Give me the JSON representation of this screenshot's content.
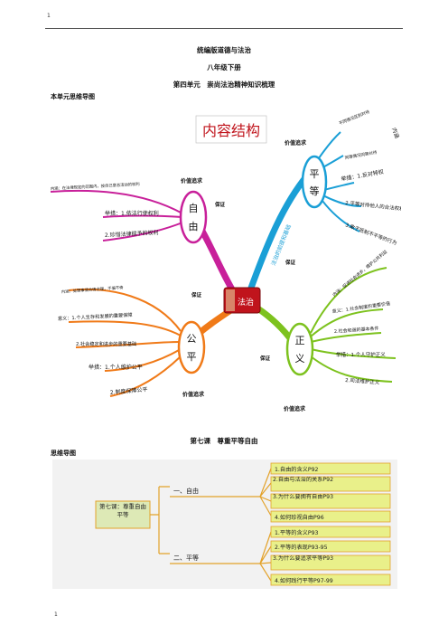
{
  "header": {
    "page_number": "1"
  },
  "footer": {
    "page_number": "1"
  },
  "doc": {
    "title": "统编版道德与法治",
    "grade": "八年级下册",
    "unit": "第四单元　崇尚法治精神知识梳理",
    "section_label": "本单元思维导图",
    "lesson_title": "第七课　尊重平等自由",
    "lesson_label": "思维导图"
  },
  "mindmap": {
    "heading": "内容结构",
    "center": "法治",
    "center_branch_text": "法治的前提和基础",
    "equality": {
      "title_1": "平",
      "title_2": "等",
      "value_label": "价值追求",
      "items": [
        "举措：1.反对特权",
        "2.平等对待他人的合法权利",
        "3.敢于抵制不平等的行为"
      ],
      "top_items": [
        "不同情况区别对待",
        "同等情况同等对待"
      ],
      "brace_note": "内涵"
    },
    "freedom": {
      "title_1": "自",
      "title_2": "由",
      "value_label": "价值追求",
      "items": [
        "内涵：在法律规定的范围内，按自己意志活动的权利",
        "举措：1.依法行使权利",
        "2.珍惜法律赋予的权利"
      ]
    },
    "fairness": {
      "title_1": "公",
      "title_2": "平",
      "value_label": "价值追求",
      "items": [
        "内涵：处理事情合情合理，不偏不倚",
        "意义：1.个人生存和发展的重要保障",
        "2.社会稳定和进步的重要基础",
        "举措：1.个人维护公平",
        "2.制度保障公平"
      ]
    },
    "justice": {
      "title_1": "正",
      "title_2": "义",
      "value_label": "价值追求",
      "items": [
        "内涵：促进社会进步，维护公共利益",
        "意义：1.社会制度的重要价值",
        "2.社会和谐的基本条件",
        "举措：1.个人守护正义",
        "2.司法维护正义"
      ]
    },
    "guarantee_labels": [
      "保证",
      "保证",
      "保证",
      "保证"
    ]
  },
  "lesson_map": {
    "root": "第七课：尊重自由平等",
    "branches": [
      {
        "label": "一、自由",
        "items": [
          "1.自由的含义P92",
          "2.自由与法治的关系P92",
          "3.为什么要拥有自由P93",
          "4.如何珍视自由P96"
        ]
      },
      {
        "label": "二、平等",
        "items": [
          "1.平等的含义P93",
          "2.平等的表现P93-95",
          "3.为什么要追求平等P93",
          "4.如何践行平等P97-99"
        ]
      }
    ]
  },
  "colors": {
    "equality": "#1a9fd6",
    "freedom": "#c8209a",
    "fairness": "#f07a18",
    "justice": "#7dc21e",
    "center": "#c0141c",
    "lesson_box": "#e9f08a",
    "lesson_root": "#dde9b6",
    "lesson_line": "#e3a22a"
  }
}
